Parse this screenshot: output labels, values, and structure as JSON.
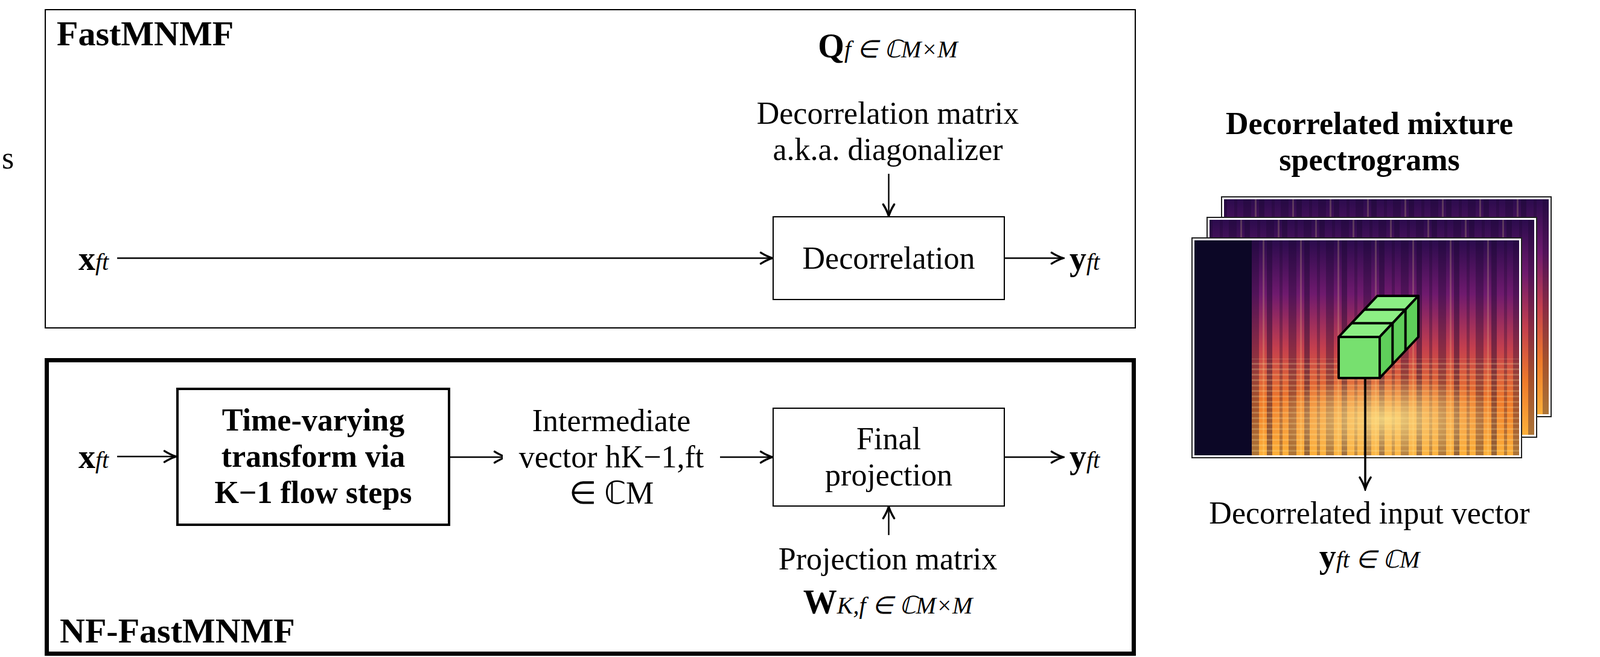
{
  "diagram": {
    "nodes": [
      {
        "text": [
          "FastMNMF"
        ]
      },
      {
        "text": [
          "Decorrelation"
        ],
        "in": 0
      },
      {
        "text": [
          "NF-FastMNMF"
        ]
      },
      {
        "text": [
          "Time-varying transform via K−1 flow steps"
        ],
        "in": 2
      },
      {
        "text": [
          "Final projection"
        ],
        "in": 2
      }
    ],
    "edges": [
      {
        "from": 3,
        "to": 4,
        "arrow": "to",
        "label": "Intermediate vector hK−1,ft ∈ ℂM"
      }
    ],
    "labels": [
      "s",
      "Qf ∈ ℂM×M",
      "Decorrelation matrix a.k.a. diagonalizer",
      "xft",
      "yft",
      "xft",
      "yft",
      "Projection matrix",
      "WK,f ∈ ℂM×M",
      "Decorrelated mixture spectrograms",
      "Decorrelated input vector",
      "yft ∈ ℂM"
    ]
  }
}
